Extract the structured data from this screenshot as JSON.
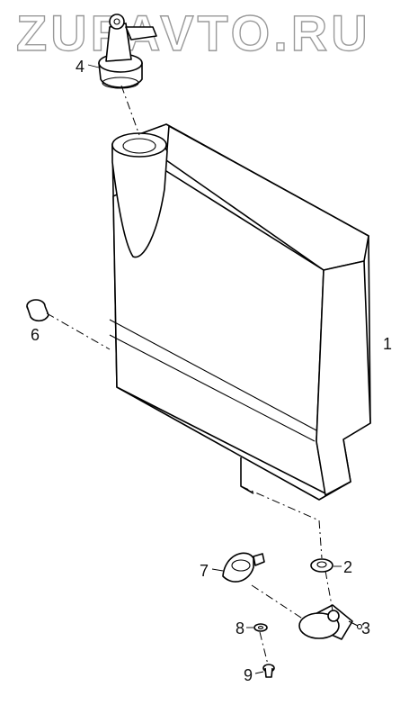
{
  "watermark": "ZUPAVTO.RU",
  "callouts": [
    "1",
    "2",
    "3",
    "4",
    "6",
    "7",
    "8",
    "9"
  ]
}
